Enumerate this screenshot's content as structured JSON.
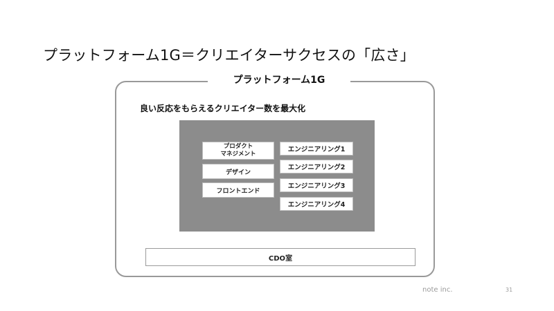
{
  "slide": {
    "title": "プラットフォーム1G＝クリエイターサクセスの「広さ」",
    "frame_label": "プラットフォーム1G",
    "subtitle": "良い反応をもらえるクリエイター数を最大化",
    "left_boxes": {
      "product_management": [
        "プロダクト",
        "マネジメント"
      ],
      "design": "デザイン",
      "frontend": "フロントエンド"
    },
    "right_boxes": [
      "エンジニアリング1",
      "エンジニアリング2",
      "エンジニアリング3",
      "エンジニアリング4"
    ],
    "cdo": "CDO室"
  },
  "footer": {
    "brand": "note inc.",
    "page_number": "31"
  },
  "colors": {
    "panel_gray": "#8c8c8c",
    "frame_border": "#999999",
    "footer_text": "#9a9a9a"
  }
}
